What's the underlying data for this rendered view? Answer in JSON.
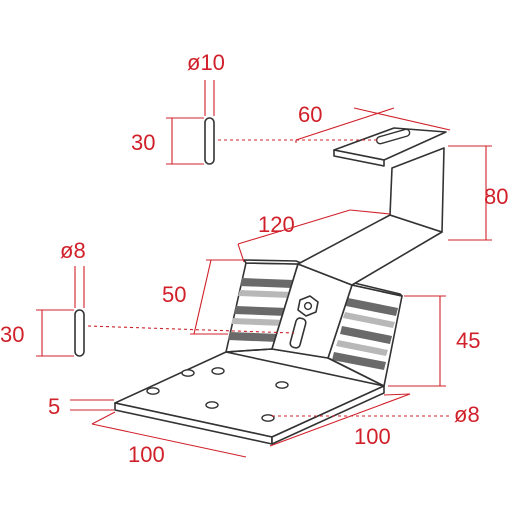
{
  "drawing": {
    "colors": {
      "dimension": "#d0202a",
      "outline": "#333333",
      "rib_dark": "#6a6a6a",
      "rib_light": "#b8b8b8"
    },
    "pins": {
      "upper": {
        "diameter_label": "ø10",
        "length_label": "30"
      },
      "lower": {
        "diameter_label": "ø8",
        "length_label": "30"
      }
    },
    "hook": {
      "top_width_label": "60",
      "height_label": "80",
      "arm_length_label": "120"
    },
    "bracket": {
      "slot_width_label": "50",
      "rise_height_label": "45",
      "thickness_label": "5",
      "base_length_label": "100",
      "base_depth_label": "100",
      "hole_diameter_label": "ø8"
    }
  }
}
